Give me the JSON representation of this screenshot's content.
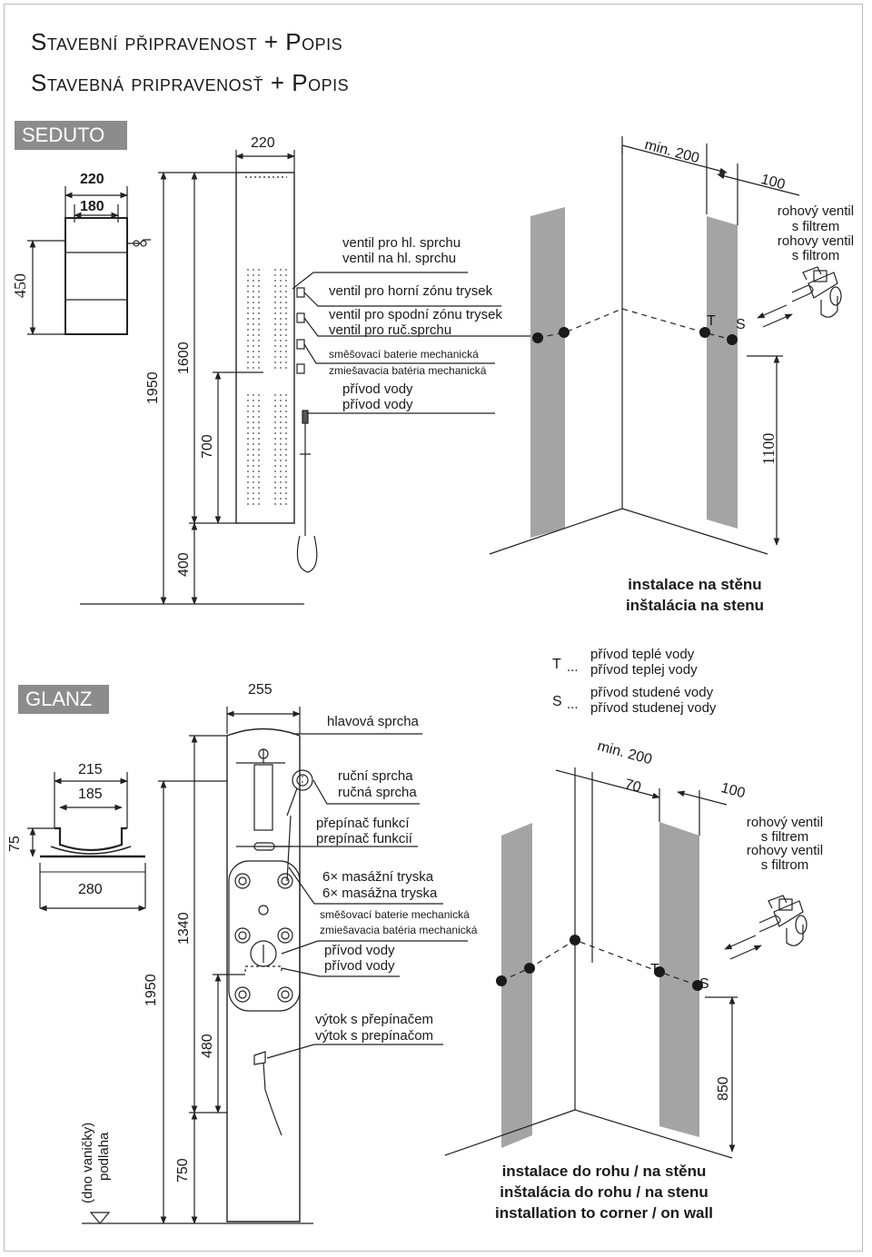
{
  "header": {
    "title_line1": "Stavební připravenost + Popis",
    "title_line2": "Stavebná pripravenosť + Popis"
  },
  "seduto": {
    "name": "SEDUTO",
    "dims": {
      "top_width": "220",
      "plan_outer": "220",
      "plan_inner": "180",
      "plan_depth": "450",
      "total_height": "1950",
      "panel_height": "1600",
      "valve_height": "700",
      "floor_offset": "400"
    },
    "labels": {
      "main_shower_cz": "ventil pro hl. sprchu",
      "main_shower_sk": "ventil na hl. sprchu",
      "upper_zone": "ventil pro horní zónu trysek",
      "lower_zone": "ventil pro spodní zónu trysek",
      "hand_shower": "ventil pro ruč.sprchu",
      "mixer_cz": "směšovací baterie mechanická",
      "mixer_sk": "zmiešavacia batéria mechanická",
      "supply_cz": "přívod vody",
      "supply_sk": "přívod vody"
    },
    "install": {
      "min_label": "min. 200",
      "side_dim": "100",
      "height_dim": "1100",
      "t_label": "T",
      "s_label": "S",
      "valve_cz": "rohový ventil",
      "valve_cz2": "s filtrem",
      "valve_sk": "rohovy ventil",
      "valve_sk2": "s filtrom",
      "caption_cz": "instalace na stěnu",
      "caption_sk": "inštalácia na stenu"
    }
  },
  "glanz": {
    "name": "GLANZ",
    "dims": {
      "top_width": "255",
      "plan_outer": "215",
      "plan_inner": "185",
      "plan_base": "280",
      "plan_depth": "75",
      "total_height": "1950",
      "panel_height": "1340",
      "valve_height": "480",
      "floor_offset": "750"
    },
    "floor_label_line1": "(dno vaničky)",
    "floor_label_line2": "podlaha",
    "labels": {
      "head_shower": "hlavová sprcha",
      "hand_cz": "ruční sprcha",
      "hand_sk": "ručná sprcha",
      "switch_cz": "přepínač funkcí",
      "switch_sk": "prepínač funkcií",
      "jets_cz": "6× masážní tryska",
      "jets_sk": "6× masážna tryska",
      "mixer_cz": "směšovací baterie mechanická",
      "mixer_sk": "zmiešavacia batéria mechanická",
      "supply_cz": "přívod vody",
      "supply_sk": "přívod vody",
      "spout_cz": "výtok s přepínačem",
      "spout_sk": "výtok s prepínačom"
    },
    "legend": {
      "t": "T",
      "t_dots": "...",
      "t_cz": "přívod teplé vody",
      "t_sk": "přívod teplej vody",
      "s": "S",
      "s_dots": "...",
      "s_cz": "přívod studené vody",
      "s_sk": "přívod studenej vody"
    },
    "install": {
      "min_label": "min. 200",
      "mid_dim": "70",
      "side_dim": "100",
      "height_dim": "850",
      "t_label": "T",
      "s_label": "S",
      "valve_cz": "rohový ventil",
      "valve_cz2": "s filtrem",
      "valve_sk": "rohovy ventil",
      "valve_sk2": "s filtrom",
      "caption_cz": "instalace do rohu / na stěnu",
      "caption_sk": "inštalácia do rohu / na stenu",
      "caption_en": "installation to corner / on wall"
    }
  }
}
